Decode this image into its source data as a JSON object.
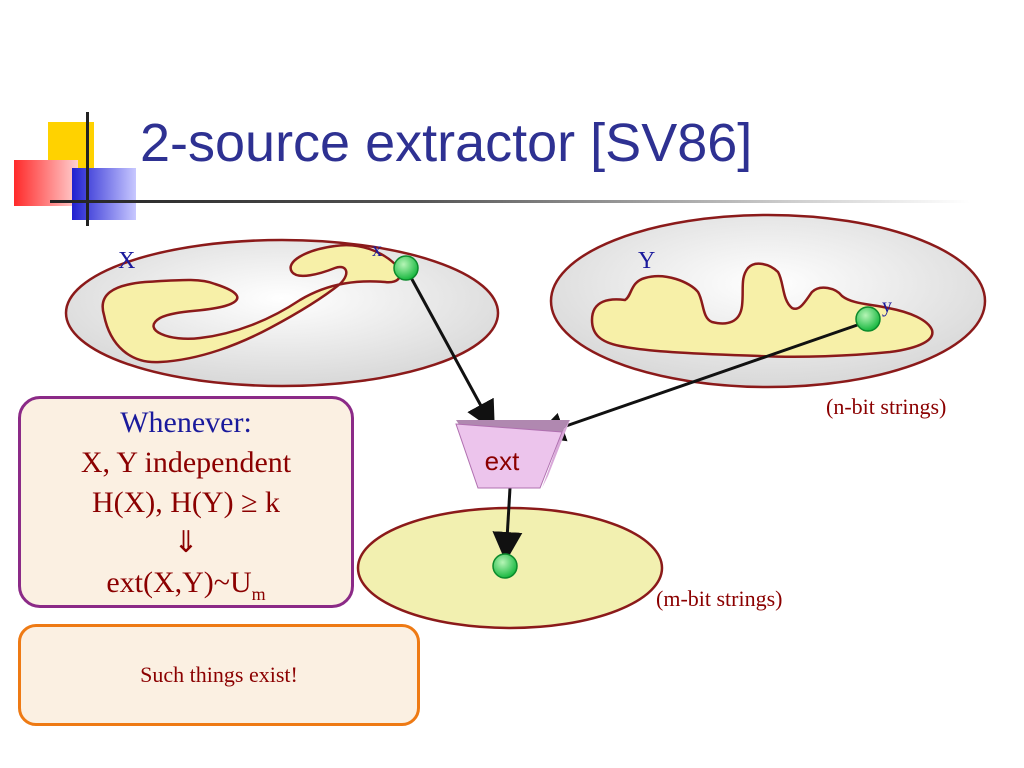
{
  "slide": {
    "title": "2-source extractor [SV86]"
  },
  "diagram": {
    "source_x_label": "X",
    "sample_x_label": "x",
    "source_y_label": "Y",
    "sample_y_label": "y",
    "ext_label": "ext",
    "input_space_label": "(n-bit strings)",
    "output_space_label": "(m-bit strings)"
  },
  "condition": {
    "heading": "Whenever:",
    "line1": "X, Y independent",
    "line2": "H(X), H(Y) ≥ k",
    "implies": "⇓",
    "result": "ext(X,Y)~U",
    "result_sub": "m"
  },
  "callout": {
    "text": "Such things exist!"
  },
  "colors": {
    "title": "#2e3192",
    "ellipse_border": "#8b1a1a",
    "blob_fill": "#f7f0a8",
    "point": "#22c55e",
    "ext_box": "#e8b8e8",
    "condition_border": "#8b2a87",
    "callout_border": "#ee7a14"
  }
}
